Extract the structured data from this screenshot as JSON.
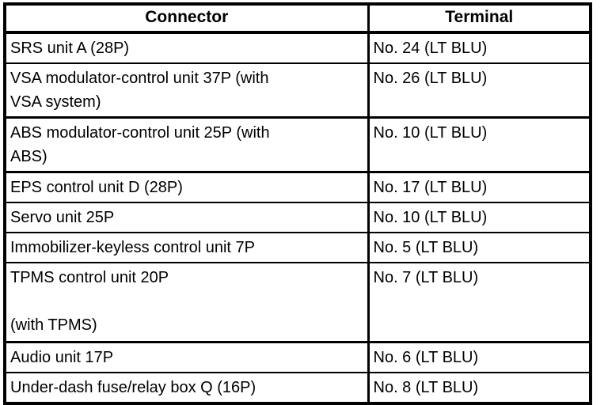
{
  "table": {
    "name": "connector-terminal-table",
    "columns": [
      {
        "key": "connector",
        "label": "Connector",
        "align": "center"
      },
      {
        "key": "terminal",
        "label": "Terminal",
        "align": "center"
      }
    ],
    "rows": [
      {
        "connector": "SRS unit A (28P)",
        "terminal": "No. 24 (LT BLU)",
        "lines": 1
      },
      {
        "connector": "VSA modulator-control unit 37P (with\nVSA system)",
        "terminal": "No. 26 (LT BLU)",
        "lines": 2
      },
      {
        "connector": "ABS modulator-control unit 25P (with\nABS)",
        "terminal": "No. 10 (LT BLU)",
        "lines": 2
      },
      {
        "connector": "EPS control unit D (28P)",
        "terminal": "No. 17 (LT BLU)",
        "lines": 1
      },
      {
        "connector": "Servo unit 25P",
        "terminal": "No. 10 (LT BLU)",
        "lines": 1
      },
      {
        "connector": "Immobilizer-keyless control unit 7P",
        "terminal": "No. 5 (LT BLU)",
        "lines": 1
      },
      {
        "connector": "TPMS control unit 20P\n\n(with TPMS)",
        "terminal": "No. 7 (LT BLU)",
        "lines": 3
      },
      {
        "connector": "Audio unit 17P",
        "terminal": "No. 6 (LT BLU)",
        "lines": 1
      },
      {
        "connector": "Under-dash fuse/relay box Q (16P)",
        "terminal": "No. 8 (LT BLU)",
        "lines": 1
      }
    ]
  },
  "style": {
    "text_color": "#000000",
    "background_color": "#ffffff",
    "border_color": "#000000"
  }
}
